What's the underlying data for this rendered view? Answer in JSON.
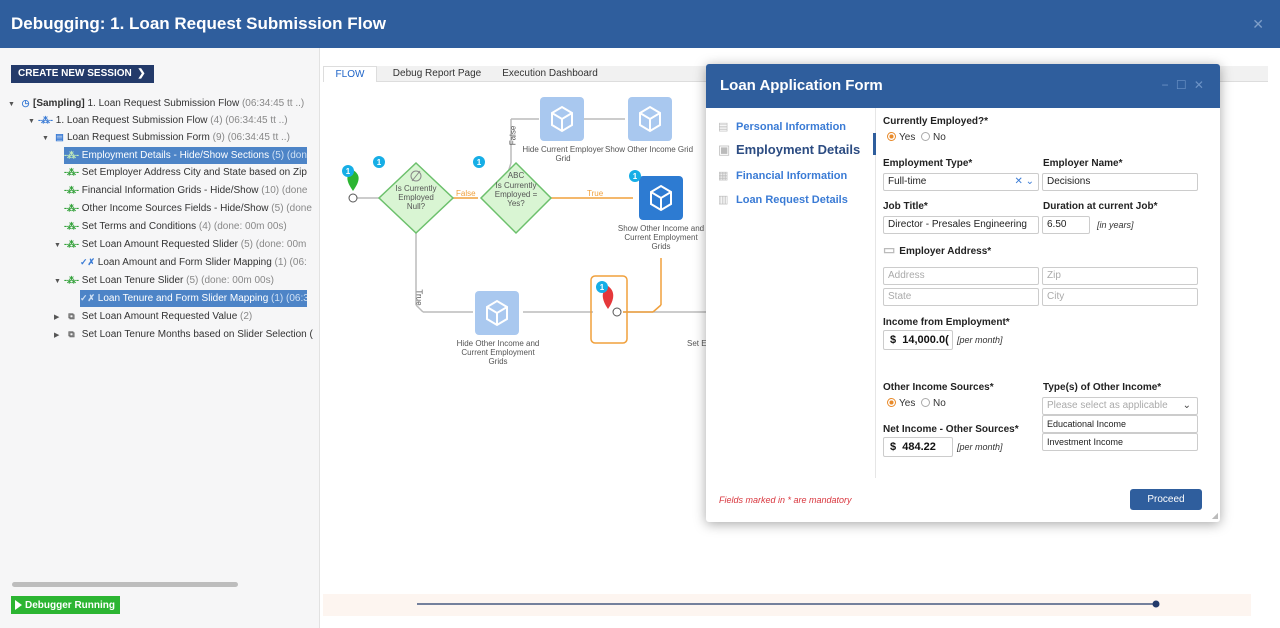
{
  "header": {
    "title": "Debugging: 1. Loan Request Submission Flow"
  },
  "left": {
    "new_session": "CREATE NEW SESSION",
    "status": "Debugger Running",
    "tree": [
      {
        "prefix": "[Sampling]",
        "label": " 1. Loan Request Submission Flow",
        "meta": " (06:34:45 tt ..)"
      },
      {
        "label": "1. Loan Request Submission Flow",
        "meta": " (4) (06:34:45 tt ..)"
      },
      {
        "label": "Loan Request Submission Form",
        "meta": " (9) (06:34:45 tt ..)"
      },
      {
        "label": "Employment Details - Hide/Show Sections",
        "meta": " (5) (don"
      },
      {
        "label": "Set Employer Address City and State based on Zip",
        "meta": ""
      },
      {
        "label": "Financial Information Grids - Hide/Show",
        "meta": " (10) (done"
      },
      {
        "label": "Other Income Sources Fields - Hide/Show",
        "meta": " (5) (done"
      },
      {
        "label": "Set Terms and Conditions",
        "meta": " (4) (done: 00m 00s)"
      },
      {
        "label": "Set Loan Amount Requested Slider",
        "meta": " (5) (done: 00m"
      },
      {
        "label": "Loan Amount and Form Slider Mapping",
        "meta": " (1) (06:"
      },
      {
        "label": "Set Loan Tenure Slider",
        "meta": " (5) (done: 00m 00s)"
      },
      {
        "label": "Loan Tenure and Form Slider Mapping",
        "meta": " (1) (06:3"
      },
      {
        "label": "Set Loan Amount Requested Value",
        "meta": " (2)"
      },
      {
        "label": "Set Loan Tenure Months based on Slider Selection (",
        "meta": ""
      }
    ]
  },
  "tabs": [
    "FLOW",
    "Debug Report Page",
    "Execution Dashboard"
  ],
  "flow": {
    "badge": "1",
    "nodes": {
      "is_null": "Is Currently Employed Null?",
      "is_yes_abc": "ABC",
      "is_yes": "Is Currently Employed = Yes?",
      "hide_current": "Hide Current Employer Grid",
      "show_other_grid": "Show Other Income Grid",
      "show_other_current": "Show Other Income and Current Employment Grids",
      "hide_other_current": "Hide Other Income and Current Employment Grids",
      "set_e": "Set E"
    },
    "edges": {
      "false": "False",
      "true": "True"
    }
  },
  "modal": {
    "title": "Loan Application Form",
    "nav": [
      "Personal Information",
      "Employment Details",
      "Financial Information",
      "Loan Request Details"
    ],
    "currently_employed_label": "Currently Employed?*",
    "yes": "Yes",
    "no": "No",
    "employment_type_label": "Employment Type*",
    "employment_type_value": "Full-time",
    "employer_name_label": "Employer Name*",
    "employer_name_value": "Decisions",
    "job_title_label": "Job Title*",
    "job_title_value": "Director - Presales Engineering",
    "duration_label": "Duration at current Job*",
    "duration_value": "6.50",
    "duration_unit": "[in years]",
    "employer_address_label": "Employer Address*",
    "address_ph": "Address",
    "zip_ph": "Zip",
    "state_ph": "State",
    "city_ph": "City",
    "income_label": "Income from Employment*",
    "currency": "$",
    "income_value": "14,000.0(",
    "per_month": "[per month]",
    "other_income_label": "Other Income Sources*",
    "other_types_label": "Type(s) of Other Income*",
    "other_types_ph": "Please select as applicable",
    "other_types_selected": [
      "Educational Income",
      "Investment Income"
    ],
    "net_income_label": "Net Income - Other Sources*",
    "net_income_value": "484.22",
    "mandatory": "Fields marked in * are mandatory",
    "proceed": "Proceed"
  },
  "colors": {
    "header": "#2f5e9d",
    "node_fill": "#d9f5d3",
    "node_stroke": "#6cc06c",
    "orange": "#f0a03c",
    "blue_node": "#2d7bd2"
  }
}
